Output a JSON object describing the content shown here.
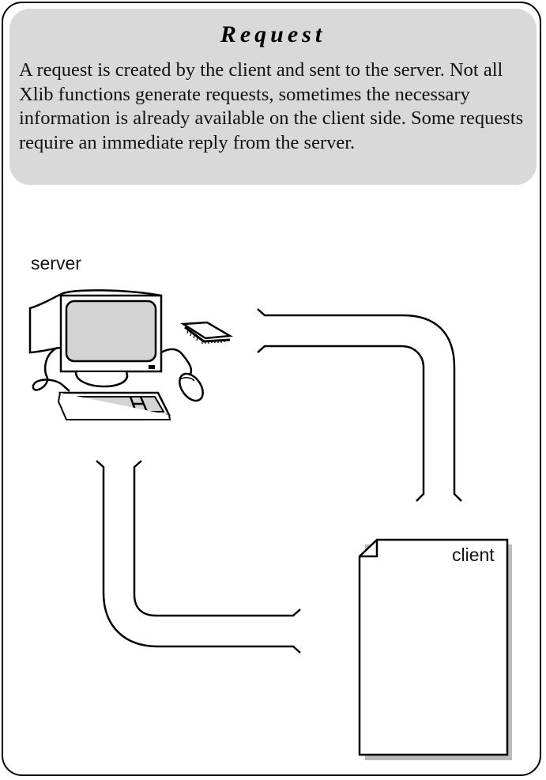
{
  "panel": {
    "title": "Request",
    "description": "A request is created by the client and sent to the server. Not all Xlib functions generate requests, sometimes the necessary information is already available on the client side. Some requests require an immediate reply from the server."
  },
  "diagram": {
    "server_label": "server",
    "client_label": "client",
    "nodes": [
      {
        "id": "server",
        "icon": "workstation-computer-icon"
      },
      {
        "id": "client",
        "icon": "document-page-icon"
      }
    ],
    "connections": [
      {
        "from": "server",
        "to": "client",
        "style": "pipe"
      },
      {
        "from": "client",
        "to": "server",
        "style": "pipe"
      }
    ],
    "colors": {
      "panel_fill": "#d9d9d9",
      "screen_fill": "#d4d4d4",
      "shadow": "#bbbbbb",
      "stroke": "#000000"
    }
  }
}
